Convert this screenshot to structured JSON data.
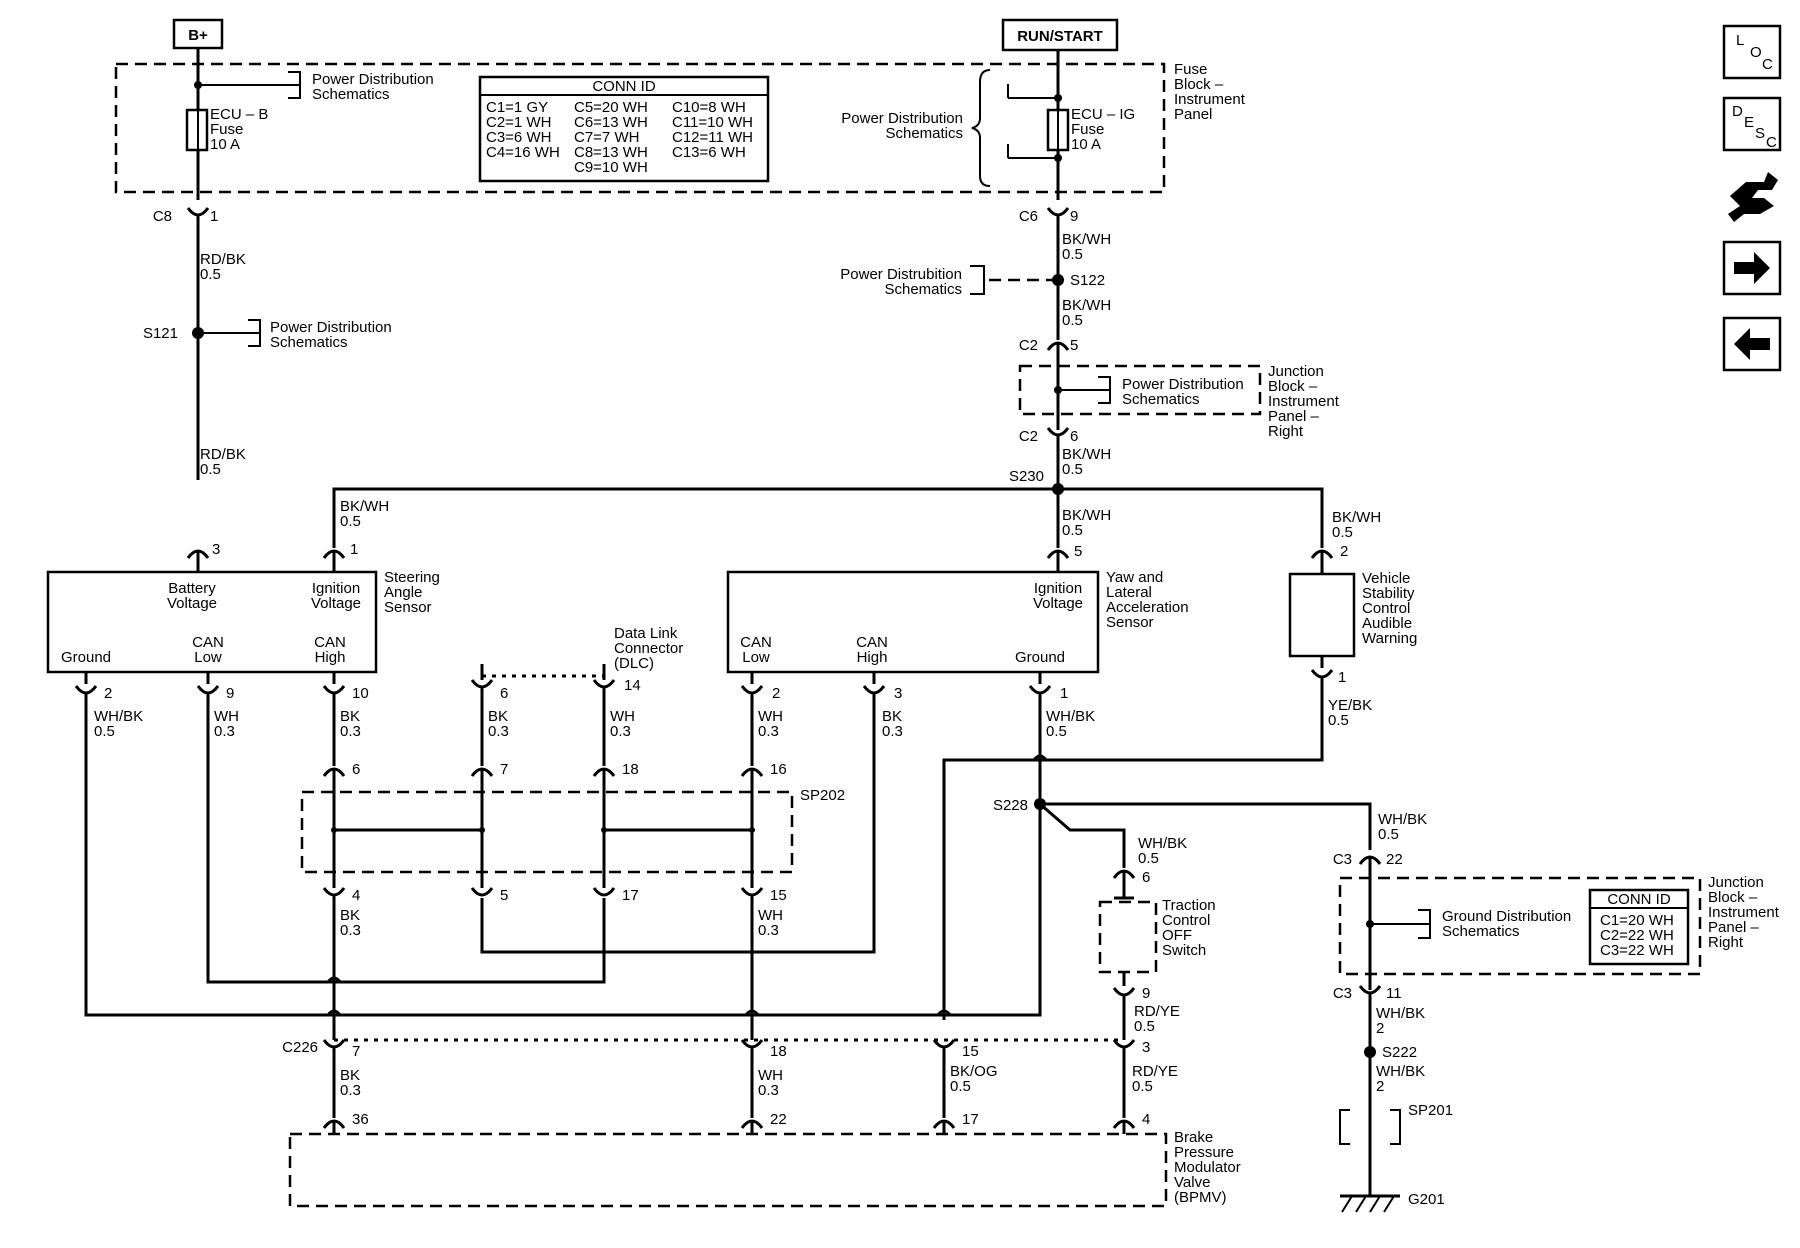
{
  "power_labels": {
    "bplus": "B+",
    "runstart": "RUN/START"
  },
  "fuse_left": {
    "line1": "ECU – B",
    "line2": "Fuse",
    "line3": "10 A"
  },
  "fuse_right": {
    "line1": "ECU – IG",
    "line2": "Fuse",
    "line3": "10 A"
  },
  "fuse_block": {
    "line1": "Fuse",
    "line2": "Block –",
    "line3": "Instrument",
    "line4": "Panel"
  },
  "pds": {
    "line1": "Power Distribution",
    "line2": "Schematics",
    "line1_alt": "Power Distrubition"
  },
  "gds": {
    "line1": "Ground Distribution",
    "line2": "Schematics"
  },
  "conn_id_top": {
    "header": "CONN ID",
    "col1": [
      "C1=1 GY",
      "C2=1 WH",
      "C3=6 WH",
      "C4=16 WH"
    ],
    "col2": [
      "C5=20 WH",
      "C6=13 WH",
      "C7=7 WH",
      "C8=13 WH",
      "C9=10 WH"
    ],
    "col3": [
      "C10=8 WH",
      "C11=10 WH",
      "C12=11 WH",
      "C13=6 WH"
    ]
  },
  "conn_id_right": {
    "header": "CONN ID",
    "rows": [
      "C1=20 WH",
      "C2=22 WH",
      "C3=22 WH"
    ]
  },
  "wires": {
    "rdbk": "RD/BK",
    "bkwh": "BK/WH",
    "whbk": "WH/BK",
    "wh": "WH",
    "bk": "BK",
    "yebk": "YE/BK",
    "rdye": "RD/YE",
    "bkog": "BK/OG",
    "g05": "0.5",
    "g03": "0.3",
    "g2": "2"
  },
  "connectors": {
    "c8": "C8",
    "c6": "C6",
    "c2": "C2",
    "c3": "C3",
    "c226": "C226",
    "s121": "S121",
    "s122": "S122",
    "s230": "S230",
    "s228": "S228",
    "s222": "S222",
    "sp202": "SP202",
    "sp201": "SP201",
    "g201": "G201"
  },
  "pins": {
    "p1": "1",
    "p2": "2",
    "p3": "3",
    "p4": "4",
    "p5": "5",
    "p6": "6",
    "p7": "7",
    "p9": "9",
    "p10": "10",
    "p11": "11",
    "p14": "14",
    "p15": "15",
    "p16": "16",
    "p17": "17",
    "p18": "18",
    "p22": "22",
    "p36": "36"
  },
  "steering": {
    "battery1": "Battery",
    "battery2": "Voltage",
    "ign1": "Ignition",
    "ign2": "Voltage",
    "ground": "Ground",
    "canlow1": "CAN",
    "canlow2": "Low",
    "canhigh1": "CAN",
    "canhigh2": "High",
    "name1": "Steering",
    "name2": "Angle",
    "name3": "Sensor"
  },
  "yaw": {
    "ign1": "Ignition",
    "ign2": "Voltage",
    "ground": "Ground",
    "canlow1": "CAN",
    "canlow2": "Low",
    "canhigh1": "CAN",
    "canhigh2": "High",
    "name1": "Yaw and",
    "name2": "Lateral",
    "name3": "Acceleration",
    "name4": "Sensor"
  },
  "vsc": {
    "line1": "Vehicle",
    "line2": "Stability",
    "line3": "Control",
    "line4": "Audible",
    "line5": "Warning"
  },
  "dlc": {
    "line1": "Data Link",
    "line2": "Connector",
    "line3": "(DLC)"
  },
  "jb_right": {
    "line1": "Junction",
    "line2": "Block –",
    "line3": "Instrument",
    "line4": "Panel –",
    "line5": "Right"
  },
  "jb_right_low": {
    "line1": "Junction",
    "line2": "Block –",
    "line3": "Instrument",
    "line4": "Panel –",
    "line5": "Right"
  },
  "tcs": {
    "line1": "Traction",
    "line2": "Control",
    "line3": "OFF",
    "line4": "Switch"
  },
  "bpmv": {
    "line1": "Brake",
    "line2": "Pressure",
    "line3": "Modulator",
    "line4": "Valve",
    "line5": "(BPMV)"
  },
  "nav": {
    "loc": {
      "a": "L",
      "b": "O",
      "c": "C"
    },
    "desc": {
      "a": "D",
      "b": "E",
      "c": "S",
      "d": "C"
    }
  }
}
